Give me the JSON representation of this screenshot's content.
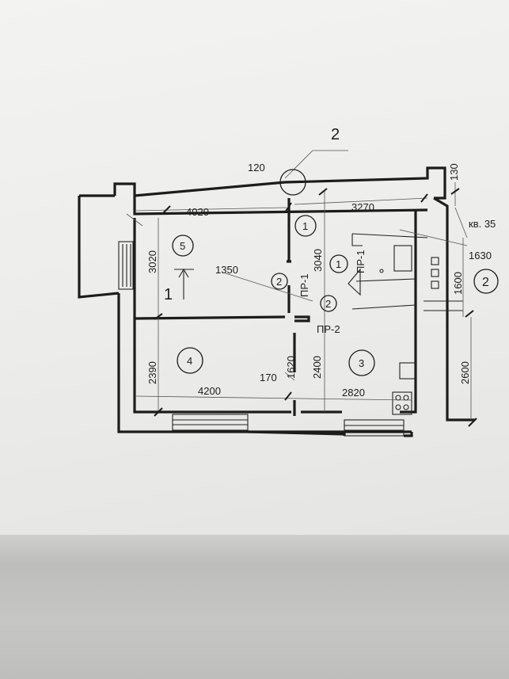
{
  "section_mark": "2",
  "apartment_label": "кв. 35",
  "dimensions": {
    "d120": "120",
    "d130": "130",
    "d4020": "4020",
    "d3270": "3270",
    "d1630": "1630",
    "d3020": "3020",
    "d3040": "3040",
    "d1350": "1350",
    "d1600": "1600",
    "d2390": "2390",
    "d1620": "1620",
    "d2400": "2400",
    "d2600": "2600",
    "d170": "170",
    "d4200": "4200",
    "d2820": "2820"
  },
  "rooms": {
    "r5": "5",
    "r1": "1",
    "r1b": "1",
    "r4": "4",
    "r3": "3",
    "r2a": "2",
    "r2b": "2",
    "r2c": "2"
  },
  "openings": {
    "pr1": "ПР-1",
    "pr1b": "ПР-1",
    "pr2": "ПР-2"
  },
  "entrance_number": "1"
}
